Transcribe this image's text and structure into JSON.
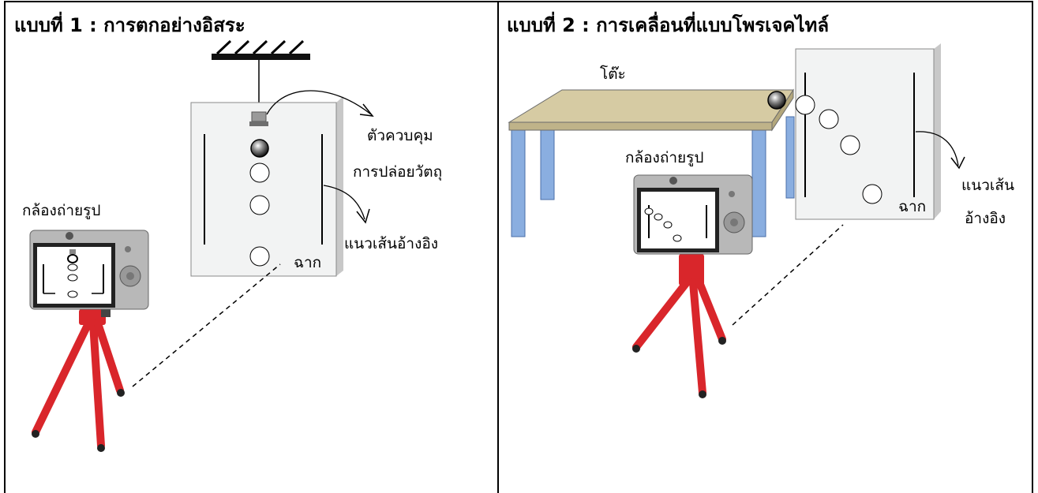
{
  "panel1": {
    "title": "แบบที่ 1 : การตกอย่างอิสระ",
    "labels": {
      "controller_line1": "ตัวควบคุม",
      "controller_line2": "การปล่อยวัตถุ",
      "reference_line": "แนวเส้นอ้างอิง",
      "camera": "กล้องถ่ายรูป",
      "screen": "ฉาก"
    }
  },
  "panel2": {
    "title": "แบบที่ 2 : การเคลื่อนที่แบบโพรเจคไทล์",
    "labels": {
      "table": "โต๊ะ",
      "camera": "กล้องถ่ายรูป",
      "reference_line1": "แนวเส้น",
      "reference_line2": "อ้างอิง",
      "screen": "ฉาก"
    }
  },
  "colors": {
    "tripod_red": "#d9262b",
    "table_top": "#d6cba3",
    "table_leg": "#8aaee0",
    "screen_fill": "#f2f3f3",
    "camera_body": "#b8b8b8",
    "frame": "#000000"
  },
  "icons": [
    "camera-icon",
    "tripod-icon",
    "ball-icon",
    "clamp-icon",
    "ceiling-hatch-icon"
  ]
}
